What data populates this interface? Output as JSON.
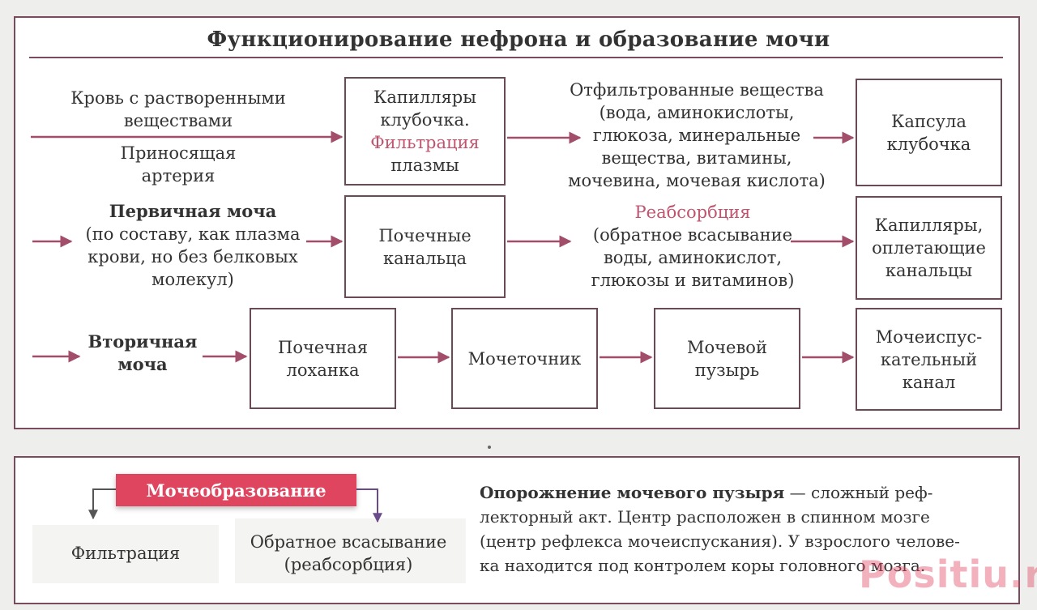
{
  "title": "Функционирование нефрона и образование мочи",
  "row1": {
    "blood_lines": [
      "Кровь с растворенными",
      "веществами"
    ],
    "artery_lines": [
      "Приносящая",
      "артерия"
    ],
    "capillaries_lines": [
      "Капилляры",
      "клубочка."
    ],
    "filtration_word": "Фильтрация",
    "plasma_word": "плазмы",
    "filtered_lines": [
      "Отфильтрованные вещества",
      "(вода, аминокислоты,",
      "глюкоза, минеральные",
      "вещества, витамины,",
      "мочевина, мочевая кислота)"
    ],
    "capsule_lines": [
      "Капсула",
      "клубочка"
    ]
  },
  "row2": {
    "primary_title": "Первичная моча",
    "primary_lines": [
      "(по составу, как плазма",
      "крови, но без белковых",
      "молекул)"
    ],
    "tubules_lines": [
      "Почечные",
      "канальца"
    ],
    "reabsorption_word": "Реабсорбция",
    "reabsorption_lines": [
      "(обратное всасывание",
      "воды, аминокислот,",
      "глюкозы и витаминов)"
    ],
    "capillaries2_lines": [
      "Капилляры,",
      "оплетающие",
      "канальцы"
    ]
  },
  "row3": {
    "secondary_lines": [
      "Вторичная",
      "моча"
    ],
    "pelvis_lines": [
      "Почечная",
      "лоханка"
    ],
    "ureter": "Мочеточник",
    "bladder_lines": [
      "Мочевой",
      "пузырь"
    ],
    "urethra_lines": [
      "Мочеиспус-",
      "кательный",
      "канал"
    ]
  },
  "bottom": {
    "tag": "Мочеобразование",
    "filtration": "Фильтрация",
    "reabsorption_lines": [
      "Обратное всасывание",
      "(реабсорбция)"
    ],
    "paragraph_bold": "Опорожнение мочевого пузыря",
    "paragraph_lines": [
      " — сложный реф-",
      "лекторный акт. Центр расположен в спинном мозге",
      "(центр рефлекса мочеиспускания). У взрослого челове-",
      "ка находится под контролем коры головного мозга."
    ]
  },
  "watermark": "Positiu.ru",
  "colors": {
    "accent": "#c0546f",
    "border": "#7a4a5e",
    "tag_bg": "#e0455f"
  }
}
